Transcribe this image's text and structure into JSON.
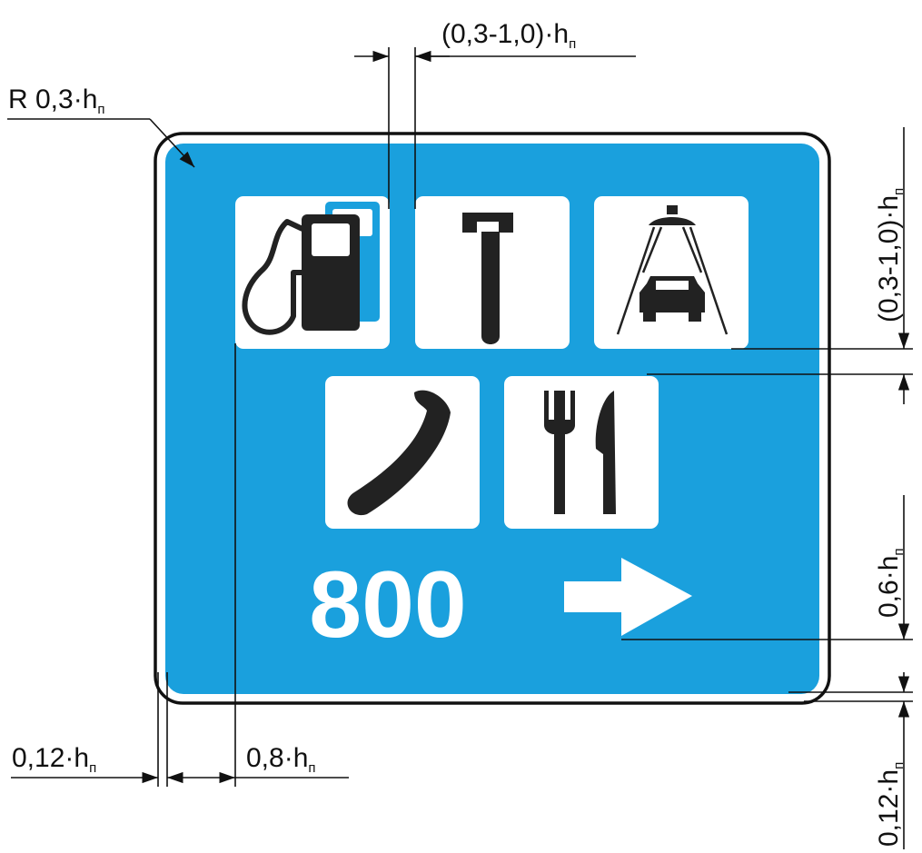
{
  "sign": {
    "distance": "800",
    "colors": {
      "background": "#1aa0dd",
      "border": "#111111",
      "panel": "#ffffff",
      "symbol": "#222222"
    },
    "symbols": [
      {
        "name": "fuel-pump-icon"
      },
      {
        "name": "wrench-icon"
      },
      {
        "name": "car-wash-icon"
      },
      {
        "name": "telephone-icon"
      },
      {
        "name": "fork-knife-icon"
      }
    ],
    "arrow_icon": "right-arrow-icon"
  },
  "dimensions": {
    "corner_radius": {
      "main": "R 0,3·h",
      "sub": "п"
    },
    "symbol_gap_top": {
      "main": "(0,3-1,0)·h",
      "sub": "п"
    },
    "symbol_gap_right": {
      "main": "(0,3-1,0)·h",
      "sub": "п"
    },
    "distance_height": {
      "main": "0,6·h",
      "sub": "п"
    },
    "border_width_bottom": {
      "main": "0,12·h",
      "sub": "п"
    },
    "border_width_left": {
      "main": "0,12·h",
      "sub": "п"
    },
    "margin_left": {
      "main": "0,8·h",
      "sub": "п"
    }
  }
}
